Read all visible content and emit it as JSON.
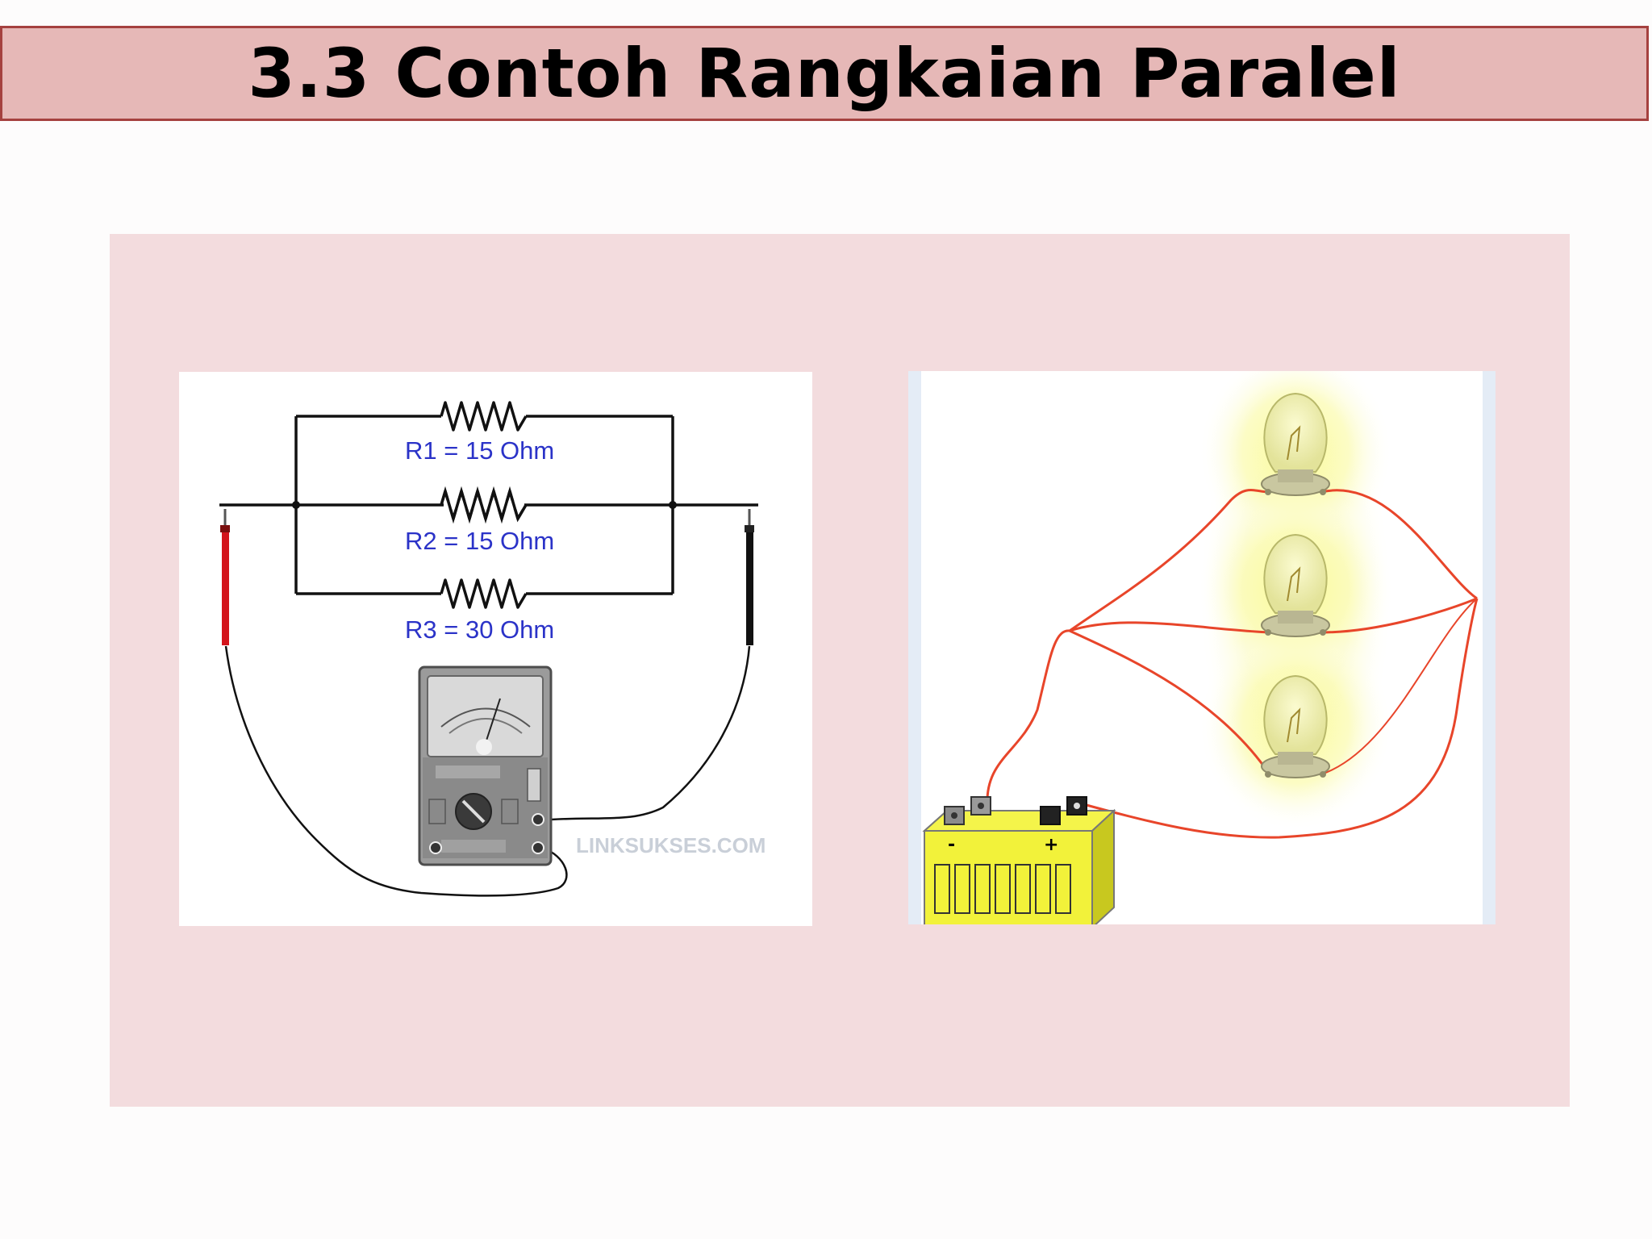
{
  "title": "3.3 Contoh Rangkaian Paralel",
  "resistor_circuit": {
    "resistors": [
      {
        "label": "R1 = 15 Ohm"
      },
      {
        "label": "R2 = 15 Ohm"
      },
      {
        "label": "R3 = 30 Ohm"
      }
    ],
    "watermark": "LINKSUKSES.COM"
  },
  "lamp_circuit": {
    "battery": {
      "negative": "-",
      "positive": "+"
    },
    "lamp_count": 3
  },
  "colors": {
    "title_bg": "#e6b8b7",
    "title_border": "#a5413f",
    "panel_bg": "#f3dcde",
    "resistor_label": "#2b33c8",
    "wire_red": "#e8452a",
    "battery_yellow": "#f2f23a"
  }
}
